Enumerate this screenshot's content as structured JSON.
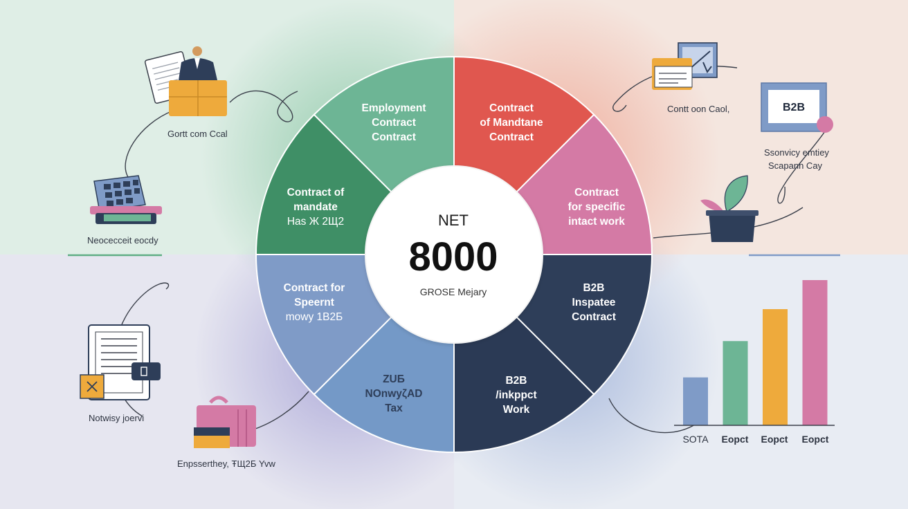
{
  "center": {
    "top": "NET",
    "value": "8000",
    "bottom": "GROSE Mejary"
  },
  "segments": [
    {
      "id": "employment",
      "color": "#6db595",
      "lines": [
        "Employment",
        "Contract",
        "Contract"
      ]
    },
    {
      "id": "mandate-red",
      "color": "#e0574f",
      "lines": [
        "Contract",
        "of Mandtane",
        "Contract"
      ]
    },
    {
      "id": "mandate-green",
      "color": "#3f8f66",
      "lines": [
        "Contract of",
        "mandate",
        "Has Ж 2Щ2"
      ]
    },
    {
      "id": "specific-work",
      "color": "#d47aa5",
      "lines": [
        "Contract",
        "for specific",
        "intact work"
      ]
    },
    {
      "id": "spesrnt",
      "color": "#7f9bc7",
      "lines": [
        "Contract for",
        "Speernt",
        "mowy 1В2Б"
      ]
    },
    {
      "id": "b2b-inspatee",
      "color": "#2e3e59",
      "lines": [
        "B2B",
        "Inspatee",
        "Contract"
      ]
    },
    {
      "id": "zus",
      "color": "#7499c7",
      "lines": [
        "ZUБ",
        "NOnwyζAD",
        "Tax"
      ]
    },
    {
      "id": "b2b-work",
      "color": "#2b3a55",
      "lines": [
        "B2B",
        "/inkppct",
        "Work"
      ]
    }
  ],
  "corner_labels": {
    "top_left": "Gortt com Ccal",
    "mid_left": "Neocecceit eocdу",
    "top_right": "Contt oon Caol,",
    "right_1": "Ssonvicy emtiey",
    "right_2": "Scapann Cay",
    "bottom_left_1": "Notwisy joervi",
    "bottom_left_2": "Enpsserthey, ŦЩ2Б Yvw",
    "b2b_card": "B2B"
  },
  "chart_data": {
    "type": "bar",
    "categories": [
      "SOTA",
      "Eopct",
      "Eopct",
      "Eopct"
    ],
    "values": [
      0.33,
      0.58,
      0.8,
      1.0
    ],
    "colors": [
      "#7f9bc7",
      "#6db595",
      "#eeaa3c",
      "#d47aa5"
    ]
  }
}
